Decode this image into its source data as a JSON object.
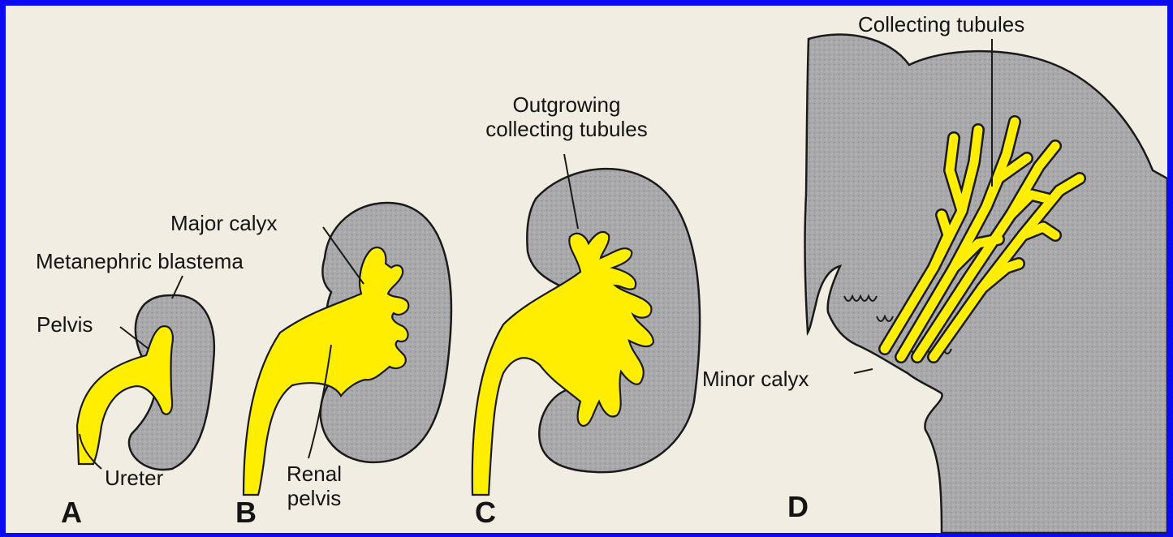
{
  "colors": {
    "background_border": "#0a0af0",
    "paper": "#f1ede3",
    "tissue": "#a9a9ab",
    "collecting_system": "#ffee00",
    "outline": "#1a1a1a"
  },
  "panels": {
    "A": {
      "letter": "A",
      "labels": {
        "metanephric_blastema": "Metanephric blastema",
        "pelvis": "Pelvis",
        "ureter": "Ureter"
      }
    },
    "B": {
      "letter": "B",
      "labels": {
        "major_calyx": "Major calyx",
        "renal_pelvis_line1": "Renal",
        "renal_pelvis_line2": "pelvis"
      }
    },
    "C": {
      "letter": "C",
      "labels": {
        "outgrowing_line1": "Outgrowing",
        "outgrowing_line2": "collecting tubules"
      }
    },
    "D": {
      "letter": "D",
      "labels": {
        "collecting_tubules": "Collecting tubules",
        "minor_calyx": "Minor calyx"
      }
    }
  }
}
